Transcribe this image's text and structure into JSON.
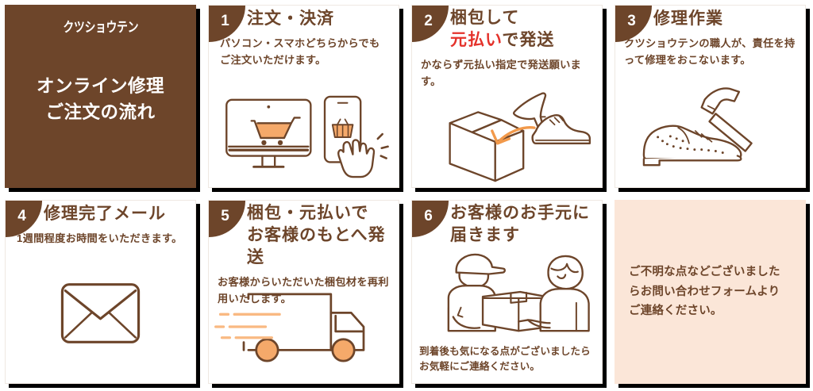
{
  "colors": {
    "brown": "#6d452a",
    "white": "#ffffff",
    "orange": "#f5a96a",
    "red": "#e4322b",
    "peach": "#fbe6d8",
    "shadow": "#000000"
  },
  "brand_panel": {
    "logo": "クツショウテン",
    "title_line1": "オンライン修理",
    "title_line2": "ご注文の流れ"
  },
  "steps": [
    {
      "number": "1",
      "heading_lines": [
        "注文・決済"
      ],
      "highlight": "",
      "body": "パソコン・スマホどちらからでもご注文いただけます。",
      "icon": "monitor-cart-smartphone-hand-icon"
    },
    {
      "number": "2",
      "heading_lines": [
        "梱包して",
        "元払いで発送"
      ],
      "highlight": "元払い",
      "heading_line2_rest": "で発送",
      "body": "かならず元払い指定で発送願います。",
      "icon": "box-shoes-arrow-icon"
    },
    {
      "number": "3",
      "heading_lines": [
        "修理作業"
      ],
      "highlight": "",
      "body": "クツショウテンの職人が、責任を持って修理をおこないます。",
      "icon": "hammer-shoe-icon"
    },
    {
      "number": "4",
      "heading_lines": [
        "修理完了メール"
      ],
      "highlight": "",
      "body": "1週間程度お時間をいただきます。",
      "icon": "envelope-icon"
    },
    {
      "number": "5",
      "heading_lines": [
        "梱包・元払いで",
        "お客様のもとへ発送"
      ],
      "highlight": "",
      "body": "お客様からいただいた梱包材を再利用いたします。",
      "icon": "delivery-truck-icon"
    },
    {
      "number": "6",
      "heading_lines": [
        "お客様のお手元に",
        "届きます"
      ],
      "highlight": "",
      "footer": "到着後も気になる点がございましたらお気軽にご連絡ください。",
      "icon": "courier-handover-box-icon"
    }
  ],
  "note_panel": {
    "text": "ご不明な点などございましたらお問い合わせフォームよりご連絡ください。"
  }
}
